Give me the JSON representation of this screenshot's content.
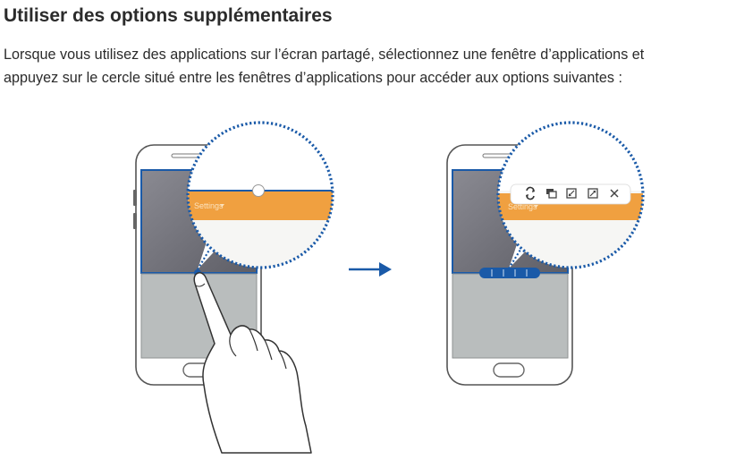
{
  "section": {
    "title": "Utiliser des options supplémentaires",
    "intro_line1": "Lorsque vous utilisez des applications sur l’écran partagé, sélectionnez une fenêtre d’applications et",
    "intro_line2": "appuyez sur le cercle situé entre les fenêtres d’applications pour accéder aux options suivantes :"
  },
  "illustration": {
    "left_phone": {
      "zoom_label": "Settings"
    },
    "right_phone": {
      "zoom_label": "Settings",
      "option_icons": [
        "switch-windows-icon",
        "share-content-icon",
        "minimize-window-icon",
        "maximize-window-icon",
        "close-app-icon"
      ]
    },
    "arrow_icon": "right-arrow-icon",
    "colors": {
      "accent_blue": "#1a5aa8",
      "app_bar_orange": "#f0a040",
      "top_window_grey": "#73737b",
      "bottom_window_grey": "#b9bdbd",
      "phone_border": "#555555",
      "light_panel": "#f6f6f4"
    }
  }
}
